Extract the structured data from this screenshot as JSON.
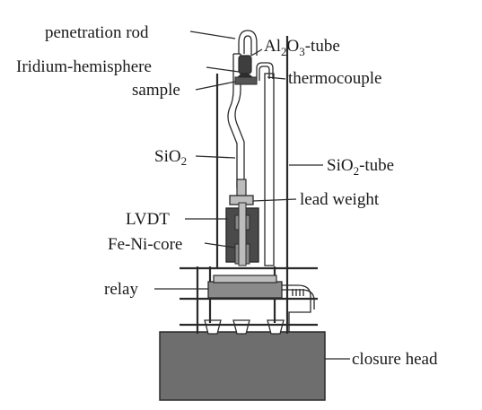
{
  "labels": {
    "penetration_rod": "penetration rod",
    "al2o3_tube": {
      "a": "Al",
      "b": "2",
      "c": "O",
      "d": "3",
      "e": "-tube"
    },
    "iridium": "Iridium-hemisphere",
    "thermocouple": "thermocouple",
    "sample": "sample",
    "sio2": {
      "a": "SiO",
      "b": "2"
    },
    "sio2_tube": {
      "a": "SiO",
      "b": "2",
      "c": "-tube"
    },
    "lead_weight": "lead weight",
    "lvdt": "LVDT",
    "fe_ni_core": "Fe-Ni-core",
    "relay": "relay",
    "closure_head": "closure head"
  },
  "colors": {
    "ink": "#2a2a2a",
    "dark_fill": "#4a4a4a",
    "mid_fill": "#8a8a8a",
    "light_fill": "#bdbdbd",
    "base_fill": "#6e6e6e"
  }
}
